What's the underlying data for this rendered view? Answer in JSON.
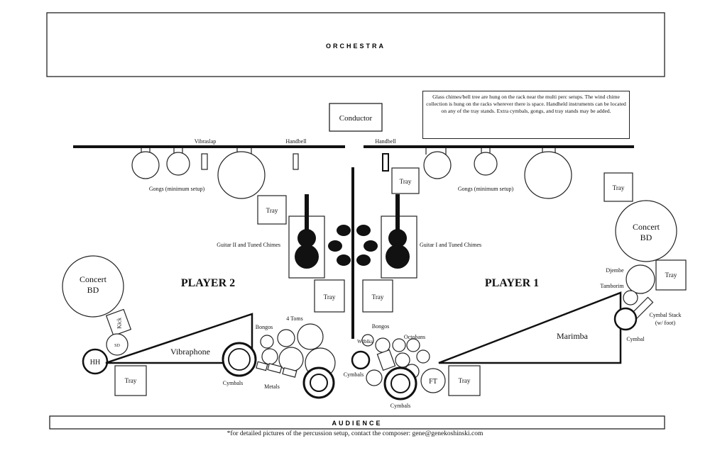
{
  "orchestra_label": "ORCHESTRA",
  "audience_label": "AUDIENCE",
  "conductor_label": "Conductor",
  "note_text": "Glass chimes/bell tree are hung on the rack near the multi perc setups. The wind chime collection is hung on the racks wherever there is space. Handheld instruments can be located on any of the tray stands. Extra cymbals, gongs, and tray stands may be added.",
  "footer_text": "*for detailed pictures of the percussion setup, contact the composer: gene@genekoshinski.com",
  "player2": {
    "title": "PLAYER 2",
    "vibraslap": "Vibraslap",
    "handbell": "Handbell",
    "gongs": "Gongs (minimum setup)",
    "guitar": "Guitar II and Tuned Chimes",
    "concert_bd": [
      "Concert",
      "BD"
    ],
    "kick": "Kick",
    "sd": "SD",
    "hh": "HH",
    "vibraphone": "Vibraphone",
    "bongos": "Bongos",
    "toms": "4 Toms",
    "cymbals": "Cymbals",
    "metals": "Metals",
    "tray": "Tray"
  },
  "player1": {
    "title": "PLAYER 1",
    "handbell": "Handbell",
    "gongs": "Gongs (minimum setup)",
    "guitar": "Guitar I and Tuned Chimes",
    "concert_bd": [
      "Concert",
      "BD"
    ],
    "djembe": "Djembe",
    "tamborim": "Tamborim",
    "cymbal_stack": [
      "Cymbal Stack",
      "(w/ foot)"
    ],
    "cymbal": "Cymbal",
    "marimba": "Marimba",
    "bongos": "Bongos",
    "wblks": "Wdblks",
    "octobans": "Octobans",
    "cymbals_left": "Cymbals",
    "cymbals_bottom": "Cymbals",
    "ft": "FT",
    "tray": "Tray"
  }
}
